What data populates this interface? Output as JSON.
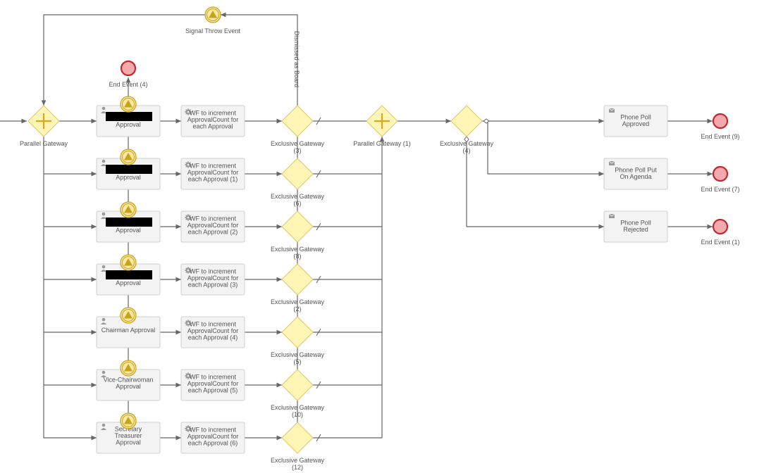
{
  "diagram": {
    "signal_throw_event": {
      "label": "Signal Throw Event"
    },
    "vertical_flow_label": "Dismissed as Board",
    "parallel_gateway_start": {
      "label": "Parallel Gateway"
    },
    "parallel_gateway_join": {
      "label": "Parallel Gateway (1)"
    },
    "final_gateway": {
      "label": "Exclusive Gateway (4)"
    },
    "top_end_event": {
      "label": "End Event (4)"
    },
    "rows": [
      {
        "approval_label": "Approval",
        "redacted": true,
        "wf_label": "WF to increment ApprovalCount for each Approval",
        "gateway_label": "Exclusive Gateway (3)"
      },
      {
        "approval_label": "Approval",
        "redacted": true,
        "wf_label": "WF to increment ApprovalCount for each Approval (1)",
        "gateway_label": "Exclusive Gateway (6)"
      },
      {
        "approval_label": "Approval",
        "redacted": true,
        "wf_label": "WF to increment ApprovalCount for each Approval (2)",
        "gateway_label": "Exclusive Gateway (8)"
      },
      {
        "approval_label": "Approval",
        "redacted": true,
        "wf_label": "WF to increment ApprovalCount for each Approval (3)",
        "gateway_label": "Exclusive Gateway (2)"
      },
      {
        "approval_label": "Chairman Approval",
        "redacted": false,
        "wf_label": "WF to increment ApprovalCount for each Approval (4)",
        "gateway_label": "Exclusive Gateway (5)"
      },
      {
        "approval_label": "Vice-Chairwoman Approval",
        "redacted": false,
        "wf_label": "WF to increment ApprovalCount for each Approval (5)",
        "gateway_label": "Exclusive Gateway (10)"
      },
      {
        "approval_label": "Secretary Treasurer Approval",
        "redacted": false,
        "wf_label": "WF to increment ApprovalCount for each Approval (6)",
        "gateway_label": "Exclusive Gateway (12)"
      }
    ],
    "outcomes": [
      {
        "task_label": "Phone Poll Approved",
        "end_label": "End Event (9)"
      },
      {
        "task_label": "Phone Poll Put On Agenda",
        "end_label": "End Event (7)"
      },
      {
        "task_label": "Phone Poll Rejected",
        "end_label": "End Event (1)"
      }
    ]
  }
}
